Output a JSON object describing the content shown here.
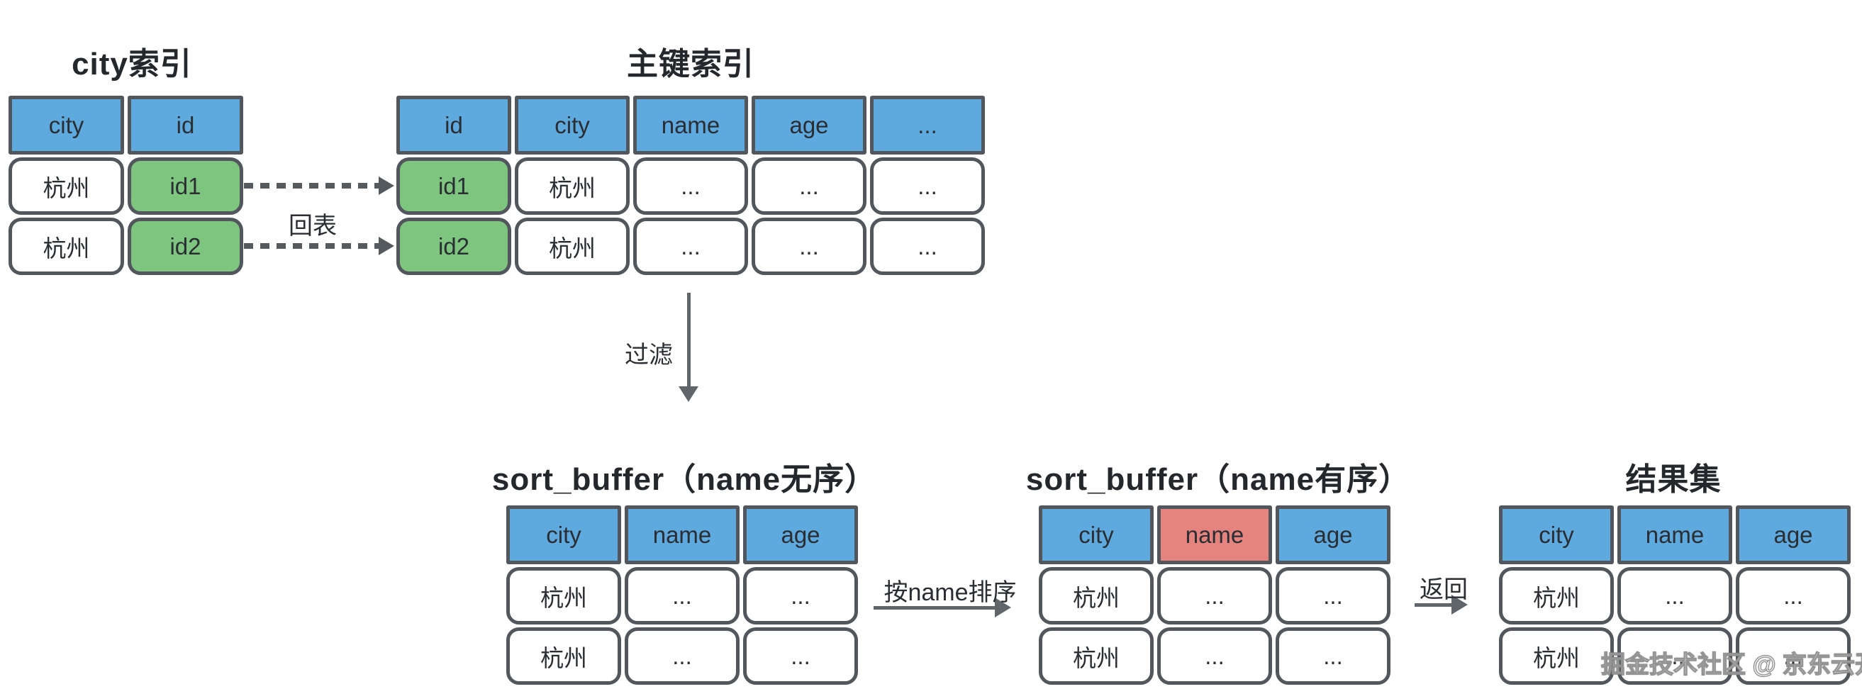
{
  "colors": {
    "header_blue": "#5ea9dd",
    "highlight_green": "#7ec580",
    "highlight_red": "#e5837f",
    "cell_border": "#51575d",
    "arrow_gray": "#555a5f",
    "background": "#ffffff"
  },
  "tables": {
    "city_index": {
      "title": "city索引",
      "headers": [
        "city",
        "id"
      ],
      "rows": [
        [
          "杭州",
          "id1"
        ],
        [
          "杭州",
          "id2"
        ]
      ]
    },
    "primary_index": {
      "title": "主键索引",
      "headers": [
        "id",
        "city",
        "name",
        "age",
        "..."
      ],
      "rows": [
        [
          "id1",
          "杭州",
          "...",
          "...",
          "..."
        ],
        [
          "id2",
          "杭州",
          "...",
          "...",
          "..."
        ]
      ]
    },
    "sort_buffer_unsorted": {
      "title": "sort_buffer（name无序）",
      "headers": [
        "city",
        "name",
        "age"
      ],
      "rows": [
        [
          "杭州",
          "...",
          "..."
        ],
        [
          "杭州",
          "...",
          "..."
        ]
      ]
    },
    "sort_buffer_sorted": {
      "title": "sort_buffer（name有序）",
      "headers": [
        "city",
        "name",
        "age"
      ],
      "rows": [
        [
          "杭州",
          "...",
          "..."
        ],
        [
          "杭州",
          "...",
          "..."
        ]
      ]
    },
    "result_set": {
      "title": "结果集",
      "headers": [
        "city",
        "name",
        "age"
      ],
      "rows": [
        [
          "杭州",
          "...",
          "..."
        ],
        [
          "杭州",
          "...",
          "..."
        ]
      ]
    }
  },
  "labels": {
    "back_to_table": "回表",
    "filter": "过滤",
    "sort_by_name": "按name排序",
    "return": "返回"
  },
  "watermark": "掘金技术社区 @ 京东云开发者"
}
